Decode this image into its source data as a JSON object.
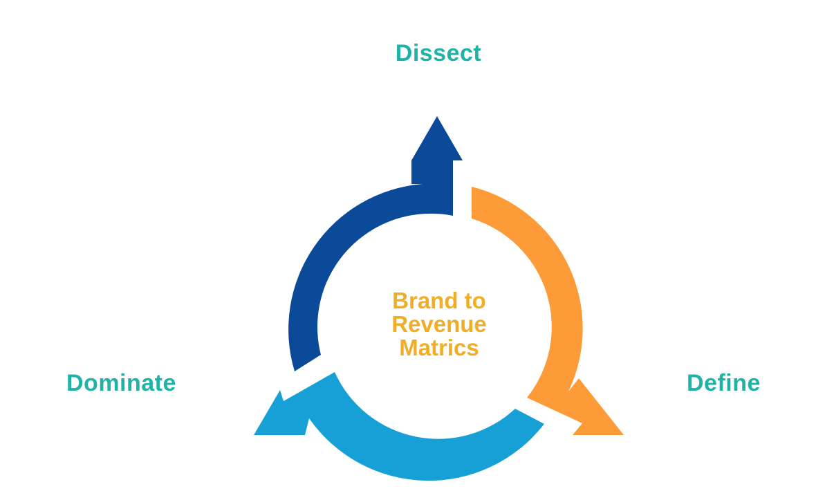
{
  "diagram": {
    "stages": {
      "top": "Dissect",
      "left": "Dominate",
      "right": "Define"
    },
    "center_lines": [
      "Brand to",
      "Revenue",
      "Matrics"
    ]
  },
  "colors": {
    "label_teal": "#1eb3a6",
    "center_gold": "#f0ae26",
    "arrow_dark_blue": "#0a4a98",
    "arrow_orange": "#fc9b38",
    "arrow_light_blue": "#17a0d6"
  }
}
